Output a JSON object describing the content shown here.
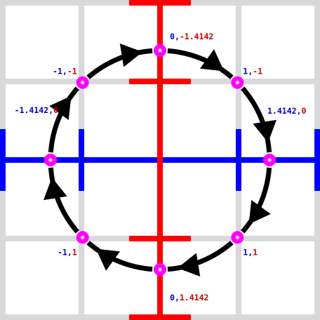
{
  "colors": {
    "background": "#ffffff",
    "grid": "#d9d9d9",
    "x_axis": "#0000ff",
    "y_axis": "#ff0000",
    "circle": "#000000",
    "point_fill": "#ff00ff",
    "point_center": "#ffffff",
    "x_text": "#0000cc",
    "y_text": "#cc0000"
  },
  "points": [
    {
      "x": "0",
      "y": "-1.4142"
    },
    {
      "x": "1",
      "y": "-1"
    },
    {
      "x": "1.4142",
      "y": "0"
    },
    {
      "x": "1",
      "y": "1"
    },
    {
      "x": "0",
      "y": "1.4142"
    },
    {
      "x": "-1",
      "y": "1"
    },
    {
      "x": "-1.4142",
      "y": "0"
    },
    {
      "x": "-1",
      "y": "-1"
    }
  ],
  "separator": ",",
  "direction": "clockwise"
}
